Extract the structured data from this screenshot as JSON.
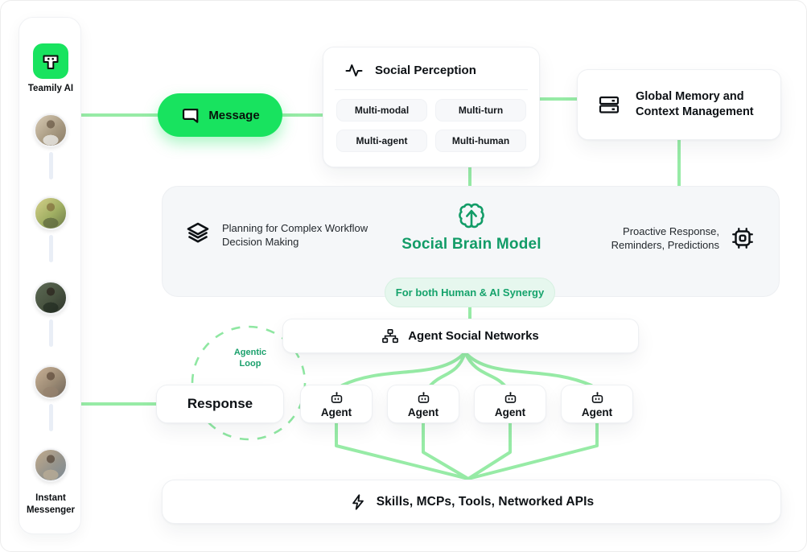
{
  "app": {
    "name": "Teamily AI",
    "footer": {
      "line1": "Instant",
      "line2": "Messenger"
    },
    "avatar_count": 5
  },
  "message_button": {
    "label": "Message"
  },
  "social_perception": {
    "title": "Social Perception",
    "tags": [
      "Multi-modal",
      "Multi-turn",
      "Multi-agent",
      "Multi-human"
    ]
  },
  "global_memory": {
    "line1": "Global Memory and",
    "line2": "Context Management"
  },
  "brain_card": {
    "planning": {
      "line1": "Planning for Complex Workflow",
      "line2": "Decision Making"
    },
    "title": "Social Brain Model",
    "proactive": {
      "line1": "Proactive Response,",
      "line2": "Reminders, Predictions"
    },
    "badge": "For both Human & AI Synergy"
  },
  "agent_networks": {
    "title": "Agent Social Networks"
  },
  "agentic_loop": {
    "line1": "Agentic",
    "line2": "Loop"
  },
  "response": {
    "label": "Response"
  },
  "agents": [
    {
      "label": "Agent"
    },
    {
      "label": "Agent"
    },
    {
      "label": "Agent"
    },
    {
      "label": "Agent"
    }
  ],
  "skills_bar": {
    "label": "Skills, MCPs, Tools, Networked APIs"
  },
  "colors": {
    "accent_green": "#18E35F",
    "connector_green": "#97EBA6",
    "brand_green": "#129C67",
    "badge_bg": "#E6F7EE",
    "card_bg": "#F5F7F9"
  }
}
